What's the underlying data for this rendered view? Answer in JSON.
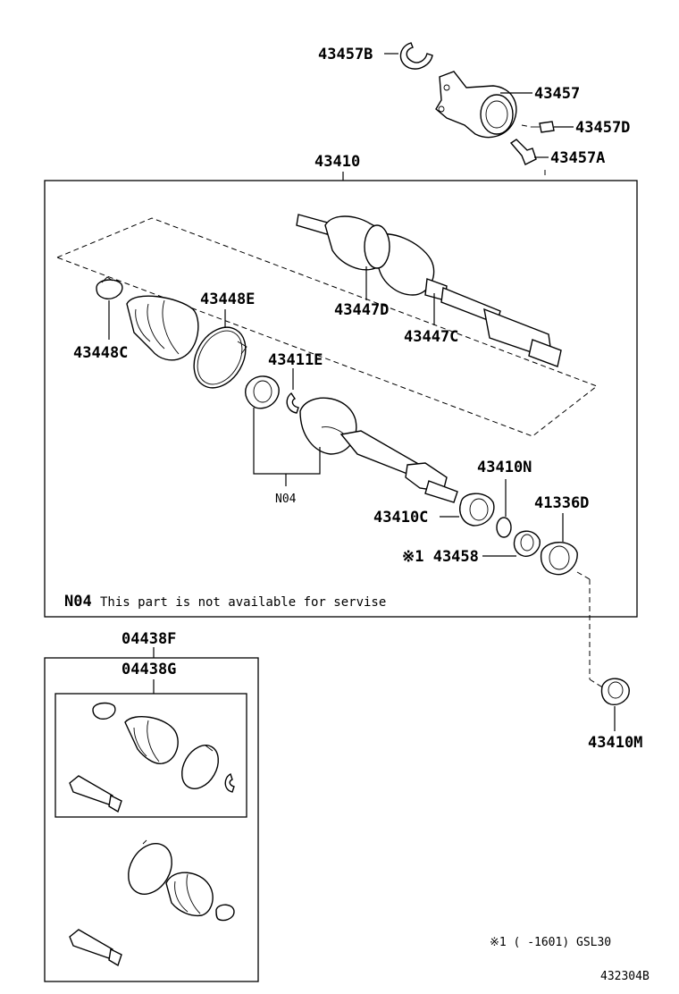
{
  "labels": {
    "p43457B": "43457B",
    "p43457": "43457",
    "p43457D": "43457D",
    "p43457A": "43457A",
    "p43410": "43410",
    "p43448E": "43448E",
    "p43448C": "43448C",
    "p43447D": "43447D",
    "p43447C": "43447C",
    "p43411E": "43411E",
    "pN04": "N04",
    "p43410N": "43410N",
    "p41336D": "41336D",
    "p43410C": "43410C",
    "p43458": "※1 43458",
    "p43410M": "43410M",
    "p04438F": "04438F",
    "p04438G": "04438G"
  },
  "notes": {
    "n04_code": "N04",
    "n04_text": "This part is not available for servise",
    "footnote": "※1 (     -1601) GSL30",
    "diagram_id": "432304B"
  }
}
